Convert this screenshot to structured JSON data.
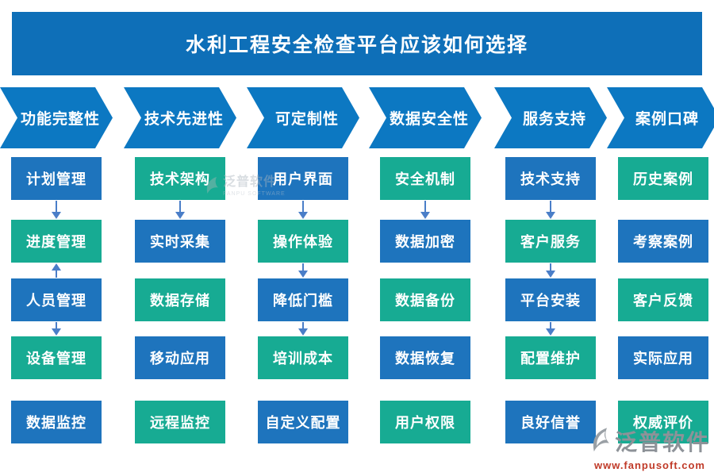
{
  "title": "水利工程安全检查平台应该如何选择",
  "columns": [
    {
      "header": "功能完整性",
      "items": [
        {
          "label": "计划管理",
          "color": "blue"
        },
        {
          "label": "进度管理",
          "color": "green"
        },
        {
          "label": "人员管理",
          "color": "blue"
        },
        {
          "label": "设备管理",
          "color": "green"
        },
        {
          "label": "数据监控",
          "color": "blue"
        }
      ],
      "connectors": [
        "down",
        "up",
        "down",
        "none"
      ]
    },
    {
      "header": "技术先进性",
      "items": [
        {
          "label": "技术架构",
          "color": "green"
        },
        {
          "label": "实时采集",
          "color": "blue"
        },
        {
          "label": "数据存储",
          "color": "green"
        },
        {
          "label": "移动应用",
          "color": "blue"
        },
        {
          "label": "远程监控",
          "color": "green"
        }
      ],
      "connectors": [
        "down",
        "none",
        "none",
        "none"
      ]
    },
    {
      "header": "可定制性",
      "items": [
        {
          "label": "用户界面",
          "color": "blue"
        },
        {
          "label": "操作体验",
          "color": "green"
        },
        {
          "label": "降低门槛",
          "color": "blue"
        },
        {
          "label": "培训成本",
          "color": "green"
        },
        {
          "label": "自定义配置",
          "color": "blue"
        }
      ],
      "connectors": [
        "down",
        "down",
        "down",
        "none"
      ]
    },
    {
      "header": "数据安全性",
      "items": [
        {
          "label": "安全机制",
          "color": "green"
        },
        {
          "label": "数据加密",
          "color": "blue"
        },
        {
          "label": "数据备份",
          "color": "green"
        },
        {
          "label": "数据恢复",
          "color": "blue"
        },
        {
          "label": "用户权限",
          "color": "green"
        }
      ],
      "connectors": [
        "down",
        "none",
        "none",
        "none"
      ]
    },
    {
      "header": "服务支持",
      "items": [
        {
          "label": "技术支持",
          "color": "blue"
        },
        {
          "label": "客户服务",
          "color": "green"
        },
        {
          "label": "平台安装",
          "color": "blue"
        },
        {
          "label": "配置维护",
          "color": "green"
        },
        {
          "label": "良好信誉",
          "color": "blue"
        }
      ],
      "connectors": [
        "down",
        "down",
        "down",
        "none"
      ]
    },
    {
      "header": "案例口碑",
      "items": [
        {
          "label": "历史案例",
          "color": "green"
        },
        {
          "label": "考察案例",
          "color": "blue"
        },
        {
          "label": "客户反馈",
          "color": "green"
        },
        {
          "label": "实际应用",
          "color": "blue"
        },
        {
          "label": "权威评价",
          "color": "green"
        }
      ],
      "connectors": [
        "none",
        "none",
        "none",
        "none"
      ]
    }
  ],
  "watermark": {
    "name": "泛普软件",
    "subname": "FANPU SOFTWARE"
  },
  "logo": {
    "name": "泛普软件",
    "url": "www.fanpusoft.com"
  },
  "colors": {
    "banner_blue": "#0e6fb8",
    "chevron_blue": "#0c78c2",
    "box_blue": "#1e74bd",
    "box_green": "#17ab93",
    "arrow_blue": "#4a7ec8",
    "logo_grey": "#8d9298",
    "logo_url_red": "#c03a28"
  }
}
